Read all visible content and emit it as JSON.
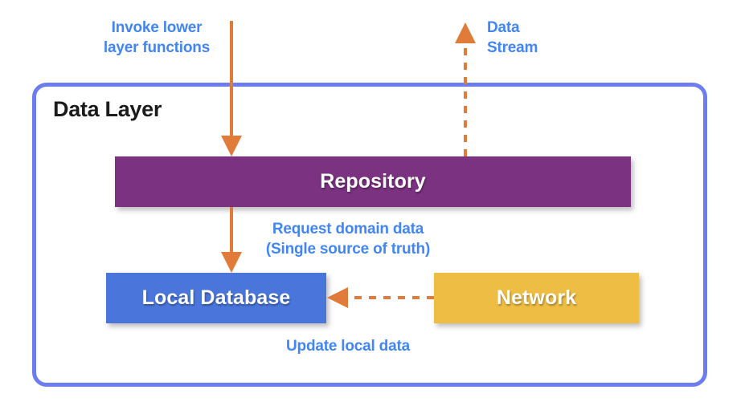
{
  "diagram": {
    "title": "Data Layer",
    "background_color": "#ffffff",
    "container": {
      "label": "Data Layer",
      "border_color": "#6c7df0"
    },
    "accent_colors": {
      "annotation_blue": "#4285f4",
      "arrow_orange": "#e07b39",
      "container_border": "#6c7df0",
      "repository_purple": "#7b3280",
      "local_database_blue": "#4a76db",
      "network_yellow": "#eebd44"
    },
    "nodes": [
      {
        "id": "repository",
        "label": "Repository",
        "color": "#7b3280"
      },
      {
        "id": "local-database",
        "label": "Local Database",
        "color": "#4a76db"
      },
      {
        "id": "network",
        "label": "Network",
        "color": "#eebd44"
      }
    ],
    "annotations": [
      {
        "id": "invoke-lower-layer-functions",
        "text": "Invoke lower\nlayer functions"
      },
      {
        "id": "data-stream",
        "text": "Data\nStream"
      },
      {
        "id": "request-domain-data",
        "text": "Request domain data\n(Single source of truth)"
      },
      {
        "id": "update-local-data",
        "text": "Update local data"
      }
    ],
    "edges": [
      {
        "id": "edge-into-repository",
        "from": "external",
        "to": "repository",
        "style": "solid",
        "direction": "down",
        "label": "Invoke lower layer functions"
      },
      {
        "id": "edge-repository-data-stream",
        "from": "repository",
        "to": "external",
        "style": "dashed",
        "direction": "up",
        "label": "Data Stream"
      },
      {
        "id": "edge-repository-to-database",
        "from": "repository",
        "to": "local-database",
        "style": "solid",
        "direction": "down",
        "label": "Request domain data (Single source of truth)"
      },
      {
        "id": "edge-network-to-database",
        "from": "network",
        "to": "local-database",
        "style": "dashed",
        "direction": "left",
        "label": "Update local data"
      }
    ]
  }
}
